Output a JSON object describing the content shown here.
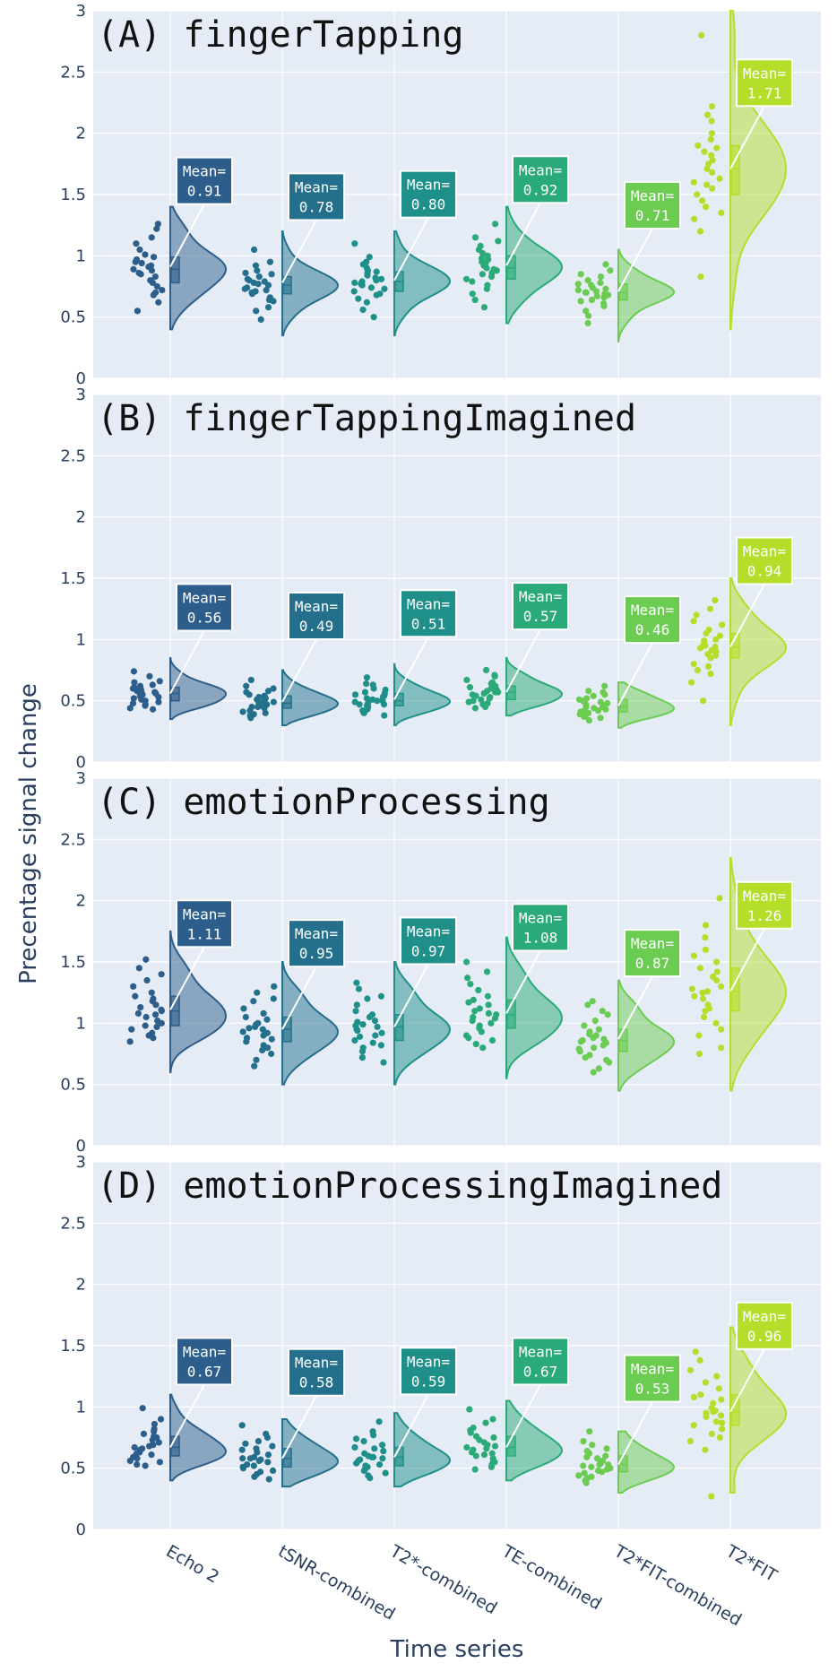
{
  "chart_data": {
    "type": "violin",
    "ylabel": "Precentage signal change",
    "xlabel": "Time series",
    "ylim": [
      0,
      3
    ],
    "yticks": [
      0,
      0.5,
      1,
      1.5,
      2,
      2.5,
      3
    ],
    "ytick_labels": [
      "0",
      "0.5",
      "1",
      "1.5",
      "2",
      "2.5",
      "3"
    ],
    "grid": true,
    "categories": [
      "Echo 2",
      "tSNR-combined",
      "T2*-combined",
      "TE-combined",
      "T2*FIT-combined",
      "T2*FIT"
    ],
    "colors": [
      "#2d5d8a",
      "#246f8c",
      "#1f8f8a",
      "#2aaa78",
      "#6ccc52",
      "#b5de2b"
    ],
    "annotation_prefix": "Mean=",
    "panels": [
      {
        "title": "(A) fingerTapping",
        "means": [
          0.91,
          0.78,
          0.8,
          0.92,
          0.71,
          1.71
        ],
        "means_text": [
          "0.91",
          "0.78",
          "0.80",
          "0.92",
          "0.71",
          "1.71"
        ],
        "violin_range": [
          [
            0.4,
            1.4
          ],
          [
            0.35,
            1.2
          ],
          [
            0.35,
            1.2
          ],
          [
            0.45,
            1.4
          ],
          [
            0.3,
            1.05
          ],
          [
            0.4,
            3.0
          ]
        ],
        "points": [
          [
            0.92,
            1.05,
            0.8,
            0.72,
            0.88,
            1.15,
            0.95,
            0.62,
            0.78,
            1.22,
            0.99,
            0.85,
            0.7,
            1.1,
            0.91,
            0.55,
            0.97,
            0.83,
            1.26,
            0.75,
            0.89,
            1.01,
            0.68,
            0.94,
            0.86
          ],
          [
            0.78,
            0.85,
            0.66,
            0.71,
            0.92,
            0.58,
            0.81,
            0.74,
            0.69,
            1.05,
            0.77,
            0.63,
            0.88,
            0.72,
            0.8,
            0.55,
            0.95,
            0.76,
            0.7,
            0.83,
            0.64,
            0.79,
            0.86,
            0.48,
            0.73
          ],
          [
            0.8,
            0.9,
            0.68,
            0.76,
            0.95,
            0.62,
            0.84,
            0.73,
            0.88,
            1.1,
            0.79,
            0.65,
            0.82,
            0.71,
            0.93,
            0.56,
            0.86,
            0.77,
            0.69,
            0.99,
            0.74,
            0.81,
            0.5,
            0.87,
            0.78
          ],
          [
            0.92,
            1.08,
            0.85,
            0.76,
            1.15,
            0.98,
            0.88,
            0.69,
            1.02,
            1.26,
            0.94,
            0.81,
            0.9,
            0.73,
            1.05,
            0.86,
            0.97,
            0.64,
            0.83,
            1.12,
            0.95,
            0.79,
            0.58,
            1.0,
            0.89
          ],
          [
            0.71,
            0.78,
            0.63,
            0.68,
            0.85,
            0.55,
            0.74,
            0.66,
            0.8,
            0.93,
            0.7,
            0.59,
            0.76,
            0.64,
            0.72,
            0.51,
            0.83,
            0.69,
            0.61,
            0.88,
            0.67,
            0.73,
            0.45,
            0.77,
            0.7
          ],
          [
            1.71,
            1.95,
            1.55,
            2.1,
            1.4,
            1.82,
            1.63,
            2.22,
            1.3,
            1.75,
            1.5,
            2.0,
            1.85,
            1.2,
            1.68,
            2.8,
            1.45,
            1.9,
            0.83,
            1.6,
            2.15,
            1.35,
            1.78,
            1.58,
            1.88
          ]
        ]
      },
      {
        "title": "(B) fingerTappingImagined",
        "means": [
          0.56,
          0.49,
          0.51,
          0.57,
          0.46,
          0.94
        ],
        "means_text": [
          "0.56",
          "0.49",
          "0.51",
          "0.57",
          "0.46",
          "0.94"
        ],
        "violin_range": [
          [
            0.35,
            0.85
          ],
          [
            0.3,
            0.75
          ],
          [
            0.3,
            0.8
          ],
          [
            0.38,
            0.85
          ],
          [
            0.28,
            0.65
          ],
          [
            0.3,
            1.5
          ]
        ],
        "points": [
          [
            0.56,
            0.62,
            0.5,
            0.47,
            0.65,
            0.53,
            0.59,
            0.44,
            0.7,
            0.55,
            0.48,
            0.61,
            0.52,
            0.74,
            0.57,
            0.43,
            0.63,
            0.51,
            0.58,
            0.46,
            0.66,
            0.54,
            0.6,
            0.49,
            0.57
          ],
          [
            0.49,
            0.55,
            0.42,
            0.46,
            0.6,
            0.38,
            0.52,
            0.45,
            0.58,
            0.67,
            0.48,
            0.4,
            0.53,
            0.44,
            0.5,
            0.36,
            0.57,
            0.47,
            0.41,
            0.62,
            0.45,
            0.51,
            0.39,
            0.54,
            0.48
          ],
          [
            0.51,
            0.57,
            0.45,
            0.48,
            0.63,
            0.4,
            0.54,
            0.47,
            0.6,
            0.69,
            0.5,
            0.42,
            0.55,
            0.46,
            0.52,
            0.38,
            0.59,
            0.49,
            0.43,
            0.64,
            0.47,
            0.53,
            0.41,
            0.56,
            0.5
          ],
          [
            0.57,
            0.64,
            0.51,
            0.48,
            0.7,
            0.54,
            0.6,
            0.45,
            0.75,
            0.56,
            0.49,
            0.62,
            0.53,
            0.67,
            0.58,
            0.44,
            0.65,
            0.52,
            0.59,
            0.47,
            0.71,
            0.55,
            0.61,
            0.5,
            0.57
          ],
          [
            0.46,
            0.52,
            0.4,
            0.43,
            0.57,
            0.36,
            0.49,
            0.42,
            0.55,
            0.62,
            0.45,
            0.38,
            0.5,
            0.41,
            0.47,
            0.34,
            0.54,
            0.44,
            0.39,
            0.58,
            0.42,
            0.48,
            0.37,
            0.51,
            0.45
          ],
          [
            0.94,
            1.05,
            0.85,
            0.78,
            1.15,
            0.9,
            0.99,
            0.72,
            1.25,
            0.93,
            0.8,
            1.08,
            0.88,
            1.32,
            0.96,
            0.65,
            1.12,
            0.87,
            1.0,
            0.75,
            1.2,
            0.91,
            1.03,
            0.5,
            0.95
          ]
        ]
      },
      {
        "title": "(C) emotionProcessing",
        "means": [
          1.11,
          0.95,
          0.97,
          1.08,
          0.87,
          1.26
        ],
        "means_text": [
          "1.11",
          "0.95",
          "0.97",
          "1.08",
          "0.87",
          "1.26"
        ],
        "violin_range": [
          [
            0.6,
            1.75
          ],
          [
            0.5,
            1.5
          ],
          [
            0.5,
            1.5
          ],
          [
            0.55,
            1.7
          ],
          [
            0.45,
            1.35
          ],
          [
            0.45,
            2.35
          ]
        ],
        "points": [
          [
            1.11,
            1.25,
            0.98,
            0.92,
            1.35,
            1.05,
            1.18,
            0.88,
            1.45,
            1.08,
            0.95,
            1.22,
            1.02,
            1.52,
            1.13,
            0.85,
            1.3,
            1.0,
            1.15,
            0.9,
            1.4,
            1.07,
            1.2,
            0.97,
            1.1
          ],
          [
            0.95,
            1.08,
            0.85,
            0.8,
            1.18,
            0.9,
            1.0,
            0.75,
            1.25,
            0.93,
            0.82,
            1.05,
            0.88,
            1.3,
            0.97,
            0.7,
            1.12,
            0.87,
            0.99,
            0.78,
            1.2,
            0.92,
            1.03,
            0.65,
            0.96
          ],
          [
            0.97,
            1.1,
            0.86,
            0.82,
            1.2,
            0.92,
            1.02,
            0.77,
            1.28,
            0.95,
            0.84,
            1.07,
            0.9,
            1.33,
            0.99,
            0.72,
            1.15,
            0.89,
            1.01,
            0.8,
            1.22,
            0.94,
            1.05,
            0.68,
            0.98
          ],
          [
            1.08,
            1.22,
            0.96,
            0.9,
            1.32,
            1.02,
            1.15,
            0.86,
            1.42,
            1.05,
            0.93,
            1.19,
            1.0,
            1.5,
            1.1,
            0.83,
            1.27,
            0.98,
            1.12,
            0.88,
            1.37,
            1.04,
            1.17,
            0.8,
            1.07
          ],
          [
            0.87,
            0.98,
            0.77,
            0.72,
            1.07,
            0.82,
            0.91,
            0.68,
            1.15,
            0.85,
            0.74,
            0.95,
            0.8,
            1.18,
            0.88,
            0.63,
            1.02,
            0.79,
            0.9,
            0.7,
            1.1,
            0.84,
            0.93,
            0.6,
            0.86
          ],
          [
            1.26,
            1.45,
            1.1,
            1.0,
            1.6,
            1.2,
            1.35,
            0.95,
            1.8,
            1.25,
            1.05,
            1.5,
            1.15,
            2.02,
            1.3,
            0.8,
            1.55,
            1.12,
            1.38,
            0.75,
            1.7,
            1.22,
            1.42,
            0.9,
            1.28
          ]
        ]
      },
      {
        "title": "(D) emotionProcessingImagined",
        "means": [
          0.67,
          0.58,
          0.59,
          0.67,
          0.53,
          0.96
        ],
        "means_text": [
          "0.67",
          "0.58",
          "0.59",
          "0.67",
          "0.53",
          "0.96"
        ],
        "violin_range": [
          [
            0.4,
            1.1
          ],
          [
            0.35,
            0.9
          ],
          [
            0.35,
            0.95
          ],
          [
            0.4,
            1.05
          ],
          [
            0.3,
            0.8
          ],
          [
            0.3,
            1.65
          ]
        ],
        "points": [
          [
            0.67,
            0.75,
            0.6,
            0.56,
            0.82,
            0.63,
            0.71,
            0.53,
            0.9,
            0.66,
            0.58,
            0.78,
            0.62,
            0.99,
            0.69,
            0.52,
            0.8,
            0.61,
            0.73,
            0.55,
            0.86,
            0.65,
            0.76,
            0.59,
            0.68
          ],
          [
            0.58,
            0.66,
            0.51,
            0.48,
            0.72,
            0.55,
            0.61,
            0.45,
            0.78,
            0.57,
            0.5,
            0.68,
            0.53,
            0.85,
            0.59,
            0.43,
            0.7,
            0.52,
            0.63,
            0.47,
            0.75,
            0.56,
            0.65,
            0.41,
            0.58
          ],
          [
            0.59,
            0.67,
            0.52,
            0.49,
            0.74,
            0.56,
            0.62,
            0.46,
            0.8,
            0.58,
            0.51,
            0.69,
            0.54,
            0.88,
            0.6,
            0.44,
            0.72,
            0.53,
            0.64,
            0.48,
            0.77,
            0.57,
            0.66,
            0.42,
            0.59
          ],
          [
            0.67,
            0.76,
            0.6,
            0.56,
            0.83,
            0.63,
            0.71,
            0.53,
            0.9,
            0.66,
            0.58,
            0.79,
            0.62,
            0.98,
            0.69,
            0.51,
            0.81,
            0.61,
            0.73,
            0.55,
            0.87,
            0.65,
            0.75,
            0.49,
            0.68
          ],
          [
            0.53,
            0.6,
            0.47,
            0.44,
            0.66,
            0.5,
            0.56,
            0.42,
            0.72,
            0.52,
            0.46,
            0.62,
            0.49,
            0.8,
            0.54,
            0.4,
            0.64,
            0.48,
            0.58,
            0.43,
            0.69,
            0.51,
            0.59,
            0.38,
            0.53
          ],
          [
            0.96,
            1.1,
            0.85,
            0.78,
            1.25,
            0.92,
            1.03,
            0.72,
            1.38,
            0.95,
            0.82,
            1.15,
            0.88,
            1.45,
            0.99,
            0.65,
            1.2,
            0.87,
            1.06,
            0.75,
            1.3,
            0.93,
            1.08,
            0.27,
            0.97
          ]
        ]
      }
    ]
  }
}
